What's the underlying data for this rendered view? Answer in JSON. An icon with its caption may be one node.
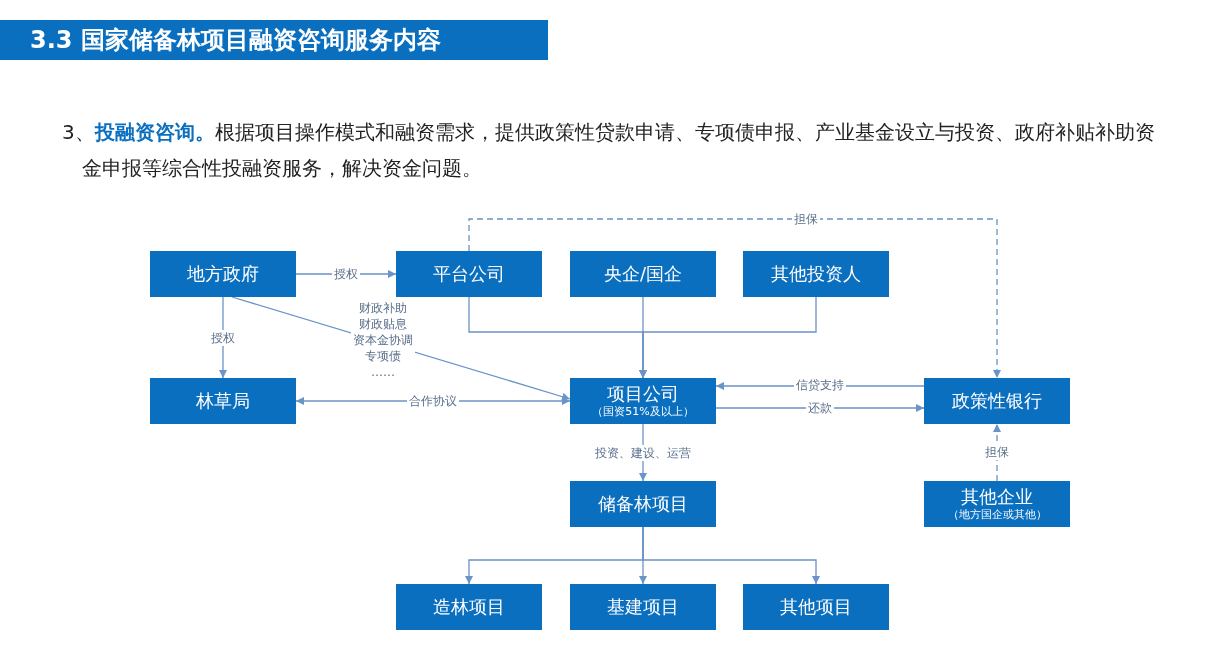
{
  "diagram": {
    "title": "3.3 国家储备林项目融资咨询服务内容",
    "nodes": [
      {
        "text": [
          "地方政府"
        ]
      },
      {
        "text": [
          "平台公司"
        ]
      },
      {
        "text": [
          "央企/国企"
        ]
      },
      {
        "text": [
          "其他投资人"
        ]
      },
      {
        "text": [
          "林草局"
        ]
      },
      {
        "text": [
          "项目公司",
          "（国资51%及以上）"
        ]
      },
      {
        "text": [
          "政策性银行"
        ]
      },
      {
        "text": [
          "储备林项目"
        ]
      },
      {
        "text": [
          "其他企业",
          "（地方国企或其他）"
        ]
      },
      {
        "text": [
          "造林项目"
        ]
      },
      {
        "text": [
          "基建项目"
        ]
      },
      {
        "text": [
          "其他项目"
        ]
      }
    ],
    "edges": [
      {
        "from": 0,
        "to": 1,
        "arrow": "to",
        "label": "授权"
      },
      {
        "from": 0,
        "to": 4,
        "arrow": "to",
        "label": "授权"
      },
      {
        "from": 0,
        "to": 5,
        "arrow": "to",
        "label": "财政补助财政贴息资本金协调专项债……"
      },
      {
        "from": 4,
        "to": 5,
        "arrow": "both",
        "label": "合作协议"
      },
      {
        "from": 1,
        "to": 5,
        "arrow": "to"
      },
      {
        "from": 2,
        "to": 5,
        "arrow": "to"
      },
      {
        "from": 3,
        "to": 5,
        "arrow": "to"
      },
      {
        "from": 1,
        "to": 6,
        "arrow": "to",
        "label": "担保",
        "style": "dashed"
      },
      {
        "from": 6,
        "to": 5,
        "arrow": "to",
        "label": "信贷支持"
      },
      {
        "from": 5,
        "to": 6,
        "arrow": "to",
        "label": "还款"
      },
      {
        "from": 5,
        "to": 7,
        "arrow": "to",
        "label": "投资、建设、运营"
      },
      {
        "from": 8,
        "to": 6,
        "arrow": "to",
        "label": "担保",
        "style": "dashed"
      },
      {
        "from": 7,
        "to": 9,
        "arrow": "to"
      },
      {
        "from": 7,
        "to": 10,
        "arrow": "to"
      },
      {
        "from": 7,
        "to": 11,
        "arrow": "to"
      }
    ],
    "labels": [
      "3、**投融资咨询。**根据项目操作模式和融资需求，提供政策性贷款申请、专项债申报、产业基金设立与投资、政府补贴补助资金申报等综合性投融资服务，解决资金问题。"
    ]
  }
}
